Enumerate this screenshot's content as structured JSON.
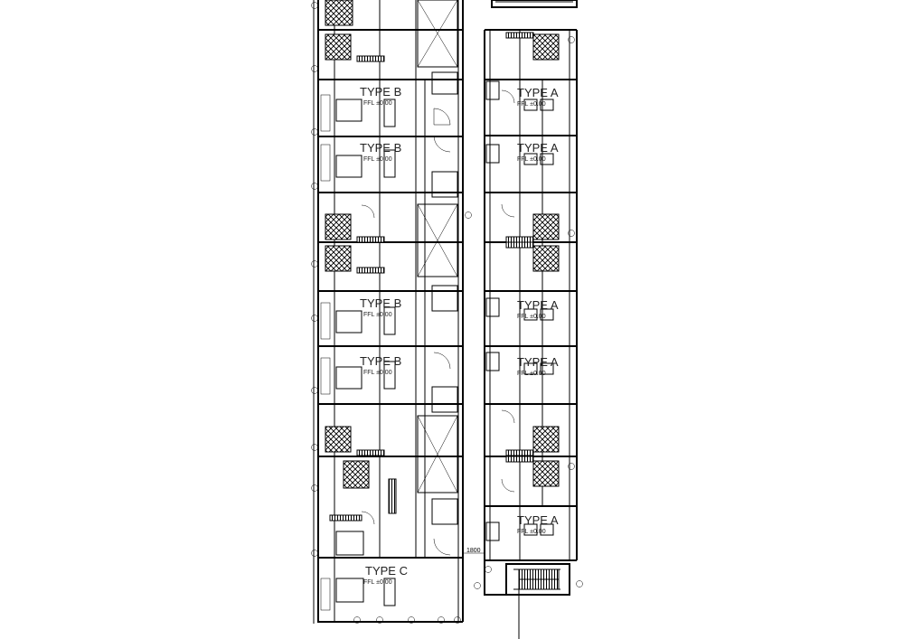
{
  "unit_labels": [
    {
      "id": "lb1",
      "text": "TYPE B",
      "level": "FFL ±0.00"
    },
    {
      "id": "lb2",
      "text": "TYPE B",
      "level": "FFL ±0.00"
    },
    {
      "id": "lb3",
      "text": "TYPE B",
      "level": "FFL ±0.00"
    },
    {
      "id": "lb4",
      "text": "TYPE B",
      "level": "FFL ±0.00"
    },
    {
      "id": "la1",
      "text": "TYPE A",
      "level": "FFL ±0.00"
    },
    {
      "id": "la2",
      "text": "TYPE A",
      "level": "FFL ±0.00"
    },
    {
      "id": "la3",
      "text": "TYPE A",
      "level": "FFL ±0.00"
    },
    {
      "id": "la4",
      "text": "TYPE A",
      "level": "FFL ±0.00"
    },
    {
      "id": "la5",
      "text": "TYPE A",
      "level": "FFL ±0.00"
    },
    {
      "id": "lc1",
      "text": "TYPE C",
      "level": "FFL ±0.00"
    }
  ],
  "corridor_dimension": "1800",
  "line_color": "#000000",
  "background_color": "#ffffff"
}
